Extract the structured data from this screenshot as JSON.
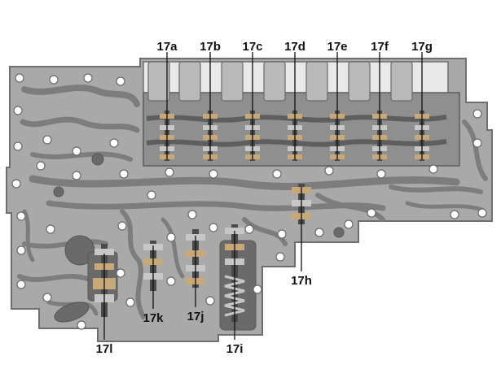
{
  "diagram": {
    "colors": {
      "background": "#ffffff",
      "plate_body": "#a9a9a9",
      "plate_edge": "#6f6f6f",
      "channel": "#7d7d7d",
      "channel_dark": "#5e5e5e",
      "hole": "#ffffff",
      "valve_metal": "#c7c7c7",
      "valve_bronze": "#c8a878",
      "valve_dark": "#4a4a4a",
      "label": "#111111"
    },
    "callouts": [
      {
        "id": "17a",
        "label": "17a"
      },
      {
        "id": "17b",
        "label": "17b"
      },
      {
        "id": "17c",
        "label": "17c"
      },
      {
        "id": "17d",
        "label": "17d"
      },
      {
        "id": "17e",
        "label": "17e"
      },
      {
        "id": "17f",
        "label": "17f"
      },
      {
        "id": "17g",
        "label": "17g"
      },
      {
        "id": "17h",
        "label": "17h"
      },
      {
        "id": "17i",
        "label": "17i"
      },
      {
        "id": "17j",
        "label": "17j"
      },
      {
        "id": "17k",
        "label": "17k"
      },
      {
        "id": "17l",
        "label": "17l"
      }
    ]
  }
}
